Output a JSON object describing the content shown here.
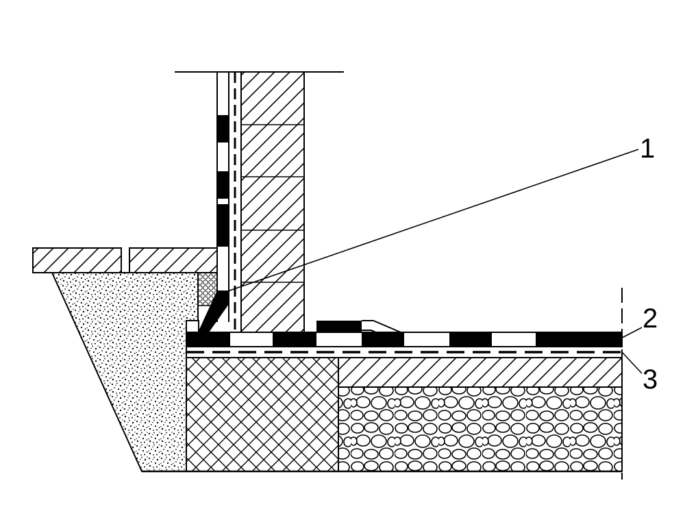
{
  "diagram": {
    "callouts": [
      {
        "id": "1",
        "label": "1"
      },
      {
        "id": "2",
        "label": "2"
      },
      {
        "id": "3",
        "label": "3"
      }
    ],
    "colors": {
      "ink": "#000000",
      "paper": "#ffffff"
    }
  }
}
